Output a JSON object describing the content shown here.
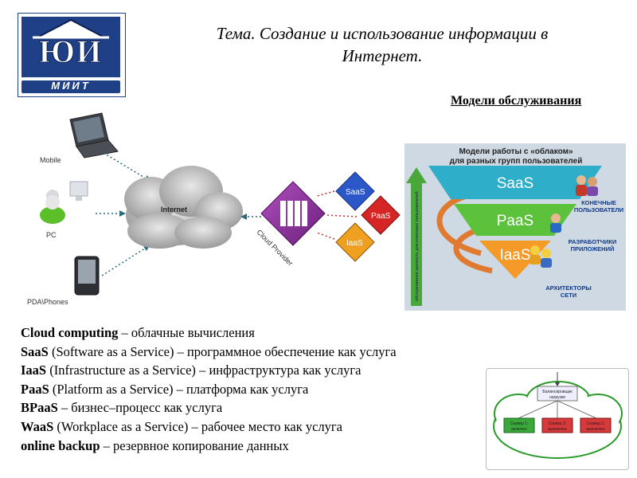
{
  "logo": {
    "monogram": "ЮИ",
    "wordmark": "МИИТ",
    "colors": {
      "primary": "#1f3f86"
    }
  },
  "title": "Тема. Создание и использование информации в Интернет.",
  "subtitle": "Модели обслуживания",
  "network": {
    "devices": [
      {
        "label": "Mobile",
        "icon": "laptop-icon"
      },
      {
        "label": "PC",
        "icon": "user-pc-icon"
      },
      {
        "label": "PDA\\Phones",
        "icon": "pda-icon"
      }
    ],
    "cloud_label": "Internet",
    "provider_label": "Cloud Provider",
    "services": [
      {
        "label": "SaaS",
        "color": "#2c57c9"
      },
      {
        "label": "PaaS",
        "color": "#d62525"
      },
      {
        "label": "IaaS",
        "color": "#f0a020"
      }
    ]
  },
  "pyramid": {
    "title_line1": "Модели работы с «облаком»",
    "title_line2": "для разных групп пользователей",
    "side_label": "обслуживание ценность для конечных пользователей",
    "levels": [
      {
        "label": "SaaS",
        "audience": [
          "КОНЕЧНЫЕ",
          "ПОЛЬЗОВАТЕЛИ"
        ],
        "color": "#2eaec8"
      },
      {
        "label": "PaaS",
        "audience": [
          "РАЗРАБОТЧИКИ",
          "ПРИЛОЖЕНИЙ"
        ],
        "color": "#5cc23c"
      },
      {
        "label": "IaaS",
        "audience": [
          "АРХИТЕКТОРЫ",
          "СЕТИ"
        ],
        "color": "#f49a28"
      }
    ]
  },
  "definitions": [
    {
      "term": "Cloud computing",
      "paren": "",
      "desc": "  – облачные вычисления"
    },
    {
      "term": "SaaS",
      "paren": " (Software as a Service)",
      "desc": " – программное обеспечение как услуга"
    },
    {
      "term": "IaaS",
      "paren": " (Infrastructure as a Service)",
      "desc": " – инфраструктура как услуга"
    },
    {
      "term": "PaaS",
      "paren": " (Platform as a Service)",
      "desc": " – платформа как услуга"
    },
    {
      "term": "BPaaS",
      "paren": "",
      "desc": " – бизнес–процесс как услуга"
    },
    {
      "term": "WaaS",
      "paren": " (Workplace as a Service)",
      "desc": " – рабочее место как услуга"
    },
    {
      "term": "online backup",
      "paren": "",
      "desc": " – резервное копирование данных"
    }
  ],
  "cloud_diagram": {
    "top": [
      "Балансировщик",
      "нагрузки"
    ],
    "servers": [
      {
        "line1": "Сервер 1:",
        "line2": "включен",
        "color": "#3aa83a"
      },
      {
        "line1": "Сервер 2:",
        "line2": "выключен",
        "color": "#d63a3a"
      },
      {
        "line1": "Сервер 3:",
        "line2": "выключен",
        "color": "#d63a3a"
      }
    ]
  }
}
